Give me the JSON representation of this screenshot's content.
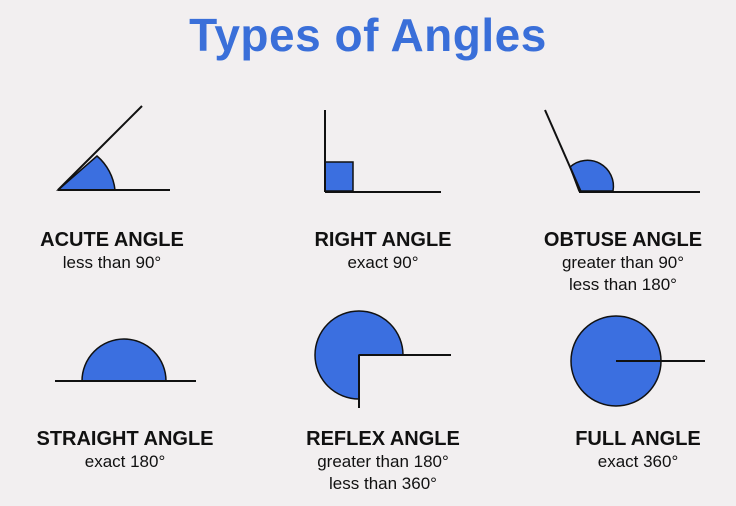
{
  "title": "Types of Angles",
  "accent_color": "#3a6fd9",
  "fill_color": "#3b6fe0",
  "angles": [
    {
      "name": "ACUTE ANGLE",
      "desc": [
        "less than 90°"
      ]
    },
    {
      "name": "RIGHT ANGLE",
      "desc": [
        "exact 90°"
      ]
    },
    {
      "name": "OBTUSE ANGLE",
      "desc": [
        "greater than 90°",
        "less than 180°"
      ]
    },
    {
      "name": "STRAIGHT ANGLE",
      "desc": [
        "exact 180°"
      ]
    },
    {
      "name": "REFLEX ANGLE",
      "desc": [
        "greater than 180°",
        "less than 360°"
      ]
    },
    {
      "name": "FULL ANGLE",
      "desc": [
        "exact 360°"
      ]
    }
  ]
}
